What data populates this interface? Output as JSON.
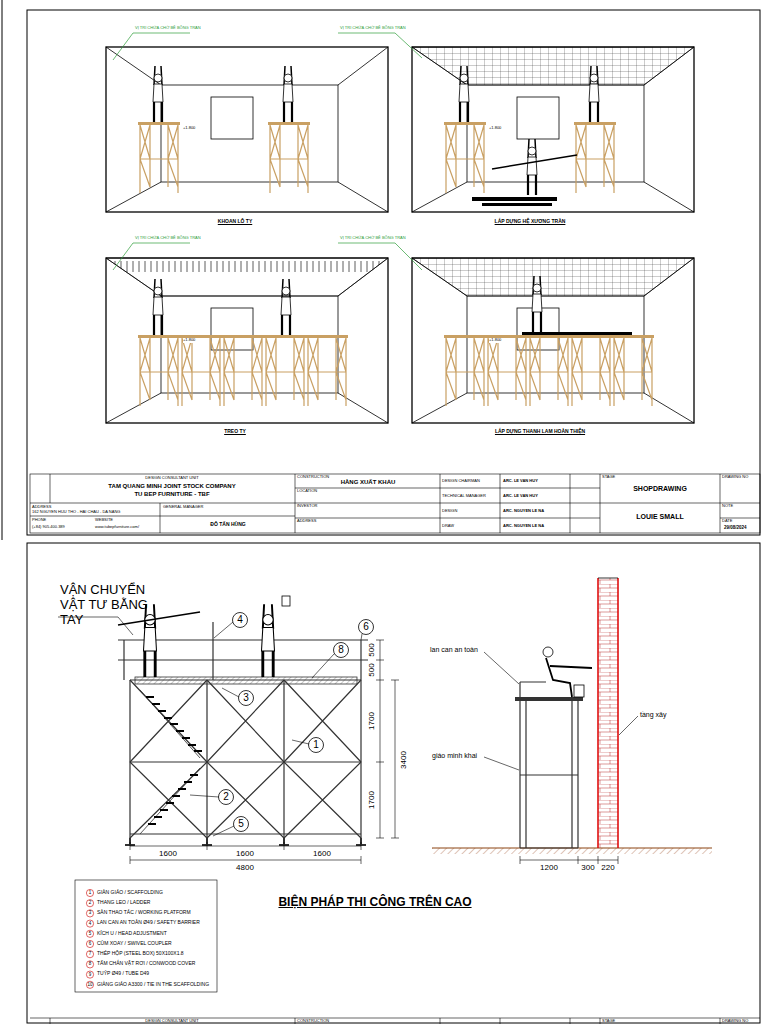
{
  "diagram": {
    "title": "BIỆN PHÁP THI CÔNG TRÊN CAO",
    "labels": [
      "VỊ TRÍ CHỨA CHỜ BÊ BÔNG TRẦN",
      "VỊ TRÍ CHỨA CHỜ BÊ BÔNG TRẦN",
      "VỊ TRÍ CHỨA CHỜ BÊ BÔNG TRẦN",
      "VỊ TRÍ CHỨA CHỜ BÊ BÔNG TRẦN",
      "+1.800",
      "+1.800",
      "+1.800",
      "+1.800",
      "KHOAN LỖ TY",
      "LẮP DỰNG HỆ XƯƠNG TRẦN",
      "TREO TY",
      "LẮP DỰNG THANH LAM HOÀN THIỆN",
      "DESIGN CONSULTANT UNIT",
      "TAM QUANG MINH JOINT STOCK COMPANY",
      "TU BEP FURNITURE - TBF",
      "ADDRESS",
      "162 NGUYEN HUU THO - HAI CHAU - DA NANG",
      "GENERAL MANAGER",
      "PHONE",
      "WEBSITE",
      "(+84) 905.400.389",
      "www.tubepfurniture.com/",
      "ĐỖ TẤN HÙNG",
      "CONSTRUCTION",
      "HÀNG XUẤT KHẨU",
      "LOCATION",
      "INVESTOR",
      "ADDRESS",
      "DESIGN CHAIRMAN",
      "ARC. LE VAN HUY",
      "TECHNICAL MANAGER",
      "ARC. LE VAN HUY",
      "DESIGN",
      "ARC. NGUYEN LE NA",
      "DRAW",
      "ARC. NGUYEN LE NA",
      "STAGE",
      "SHOPDRAWING",
      "LOUIE SMALL",
      "DRAWING NO",
      "NOTE",
      "DATE",
      "29/08/2024",
      "VẬN CHUYỂN VẬT TƯ BẰNG TAY",
      "4",
      "6",
      "8",
      "3",
      "1",
      "2",
      "5",
      "500",
      "500",
      "1700",
      "3400",
      "1700",
      "1600",
      "1600",
      "1600",
      "4800",
      "lan can an toàn",
      "giáo minh khai",
      "tầng xây",
      "1200",
      "300",
      "220",
      "1",
      "2",
      "3",
      "4",
      "5",
      "6",
      "7",
      "8",
      "9",
      "10",
      "DESIGN CONSULTANT UNIT",
      "CONSTRUCTION",
      "STAGE",
      "DRAWING NO"
    ],
    "legend": [
      {
        "text": "GIÀN GIÁO / SCAFFOLDING"
      },
      {
        "text": "THANG LEO / LADDER"
      },
      {
        "text": "SÀN THAO TÁC / WORKING PLATFORM"
      },
      {
        "text": "LAN CAN AN TOÀN Ø49 / SAFETY BARRIER"
      },
      {
        "text": "KÍCH U / HEAD ADJUSTMENT"
      },
      {
        "text": "CÙM XOAY / SWIVEL COUPLER"
      },
      {
        "text": "THÉP HỘP (STEEL BOX) 50X100X1.8"
      },
      {
        "text": "TẤM CHẮN VẬT RƠI / CONWOOD COVER"
      },
      {
        "text": "TUÝP Ø49 / TUBE D49"
      },
      {
        "text": "GIẰNG GIÁO A3300 / TIE IN THE SCAFFOLDING"
      }
    ]
  }
}
